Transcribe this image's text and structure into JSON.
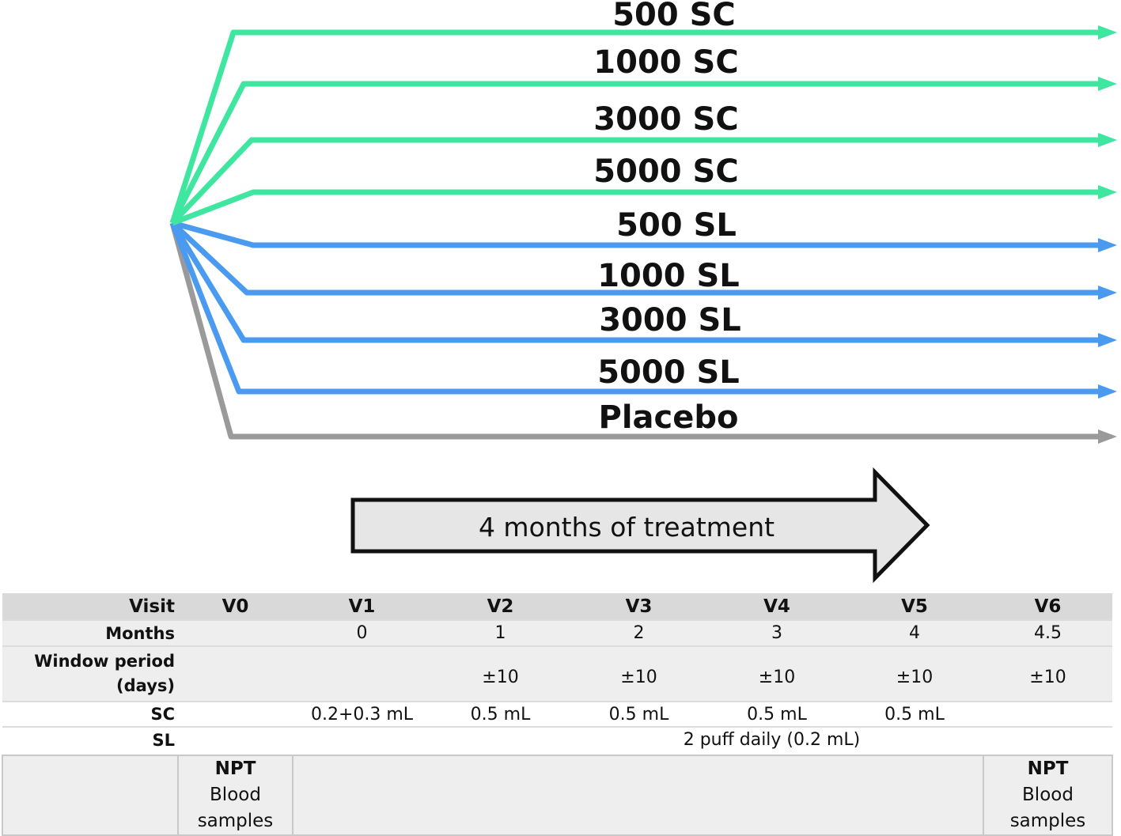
{
  "colors": {
    "sc_arm": "#3fe6a0",
    "sl_arm": "#4a9bf0",
    "placebo_arm": "#9a9a9a",
    "treatment_arrow_fill": "#e6e6e6",
    "treatment_arrow_stroke": "#111111"
  },
  "arms": [
    {
      "label": "500 SC",
      "route": "SC"
    },
    {
      "label": "1000 SC",
      "route": "SC"
    },
    {
      "label": "3000 SC",
      "route": "SC"
    },
    {
      "label": "5000 SC",
      "route": "SC"
    },
    {
      "label": "500 SL",
      "route": "SL"
    },
    {
      "label": "1000 SL",
      "route": "SL"
    },
    {
      "label": "3000 SL",
      "route": "SL"
    },
    {
      "label": "5000 SL",
      "route": "SL"
    },
    {
      "label": "Placebo",
      "route": "Placebo"
    }
  ],
  "treatment_arrow": {
    "label": "4 months of treatment"
  },
  "schedule": {
    "visit_header": "Visit",
    "visits": [
      "V0",
      "V1",
      "V2",
      "V3",
      "V4",
      "V5",
      "V6"
    ],
    "months_header": "Months",
    "months": [
      "",
      "0",
      "1",
      "2",
      "3",
      "4",
      "4.5"
    ],
    "window_header_line1": "Window period",
    "window_header_line2": "(days)",
    "window": [
      "",
      "",
      "±10",
      "±10",
      "±10",
      "±10",
      "±10"
    ],
    "sc_header": "SC",
    "sc": [
      "",
      "0.2+0.3 mL",
      "0.5 mL",
      "0.5 mL",
      "0.5 mL",
      "0.5 mL",
      ""
    ],
    "sl_header": "SL",
    "sl_value": "2 puff daily (0.2 mL)",
    "samples_start": {
      "line1": "NPT",
      "line2": "Blood",
      "line3": "samples"
    },
    "samples_end": {
      "line1": "NPT",
      "line2": "Blood",
      "line3": "samples"
    }
  }
}
